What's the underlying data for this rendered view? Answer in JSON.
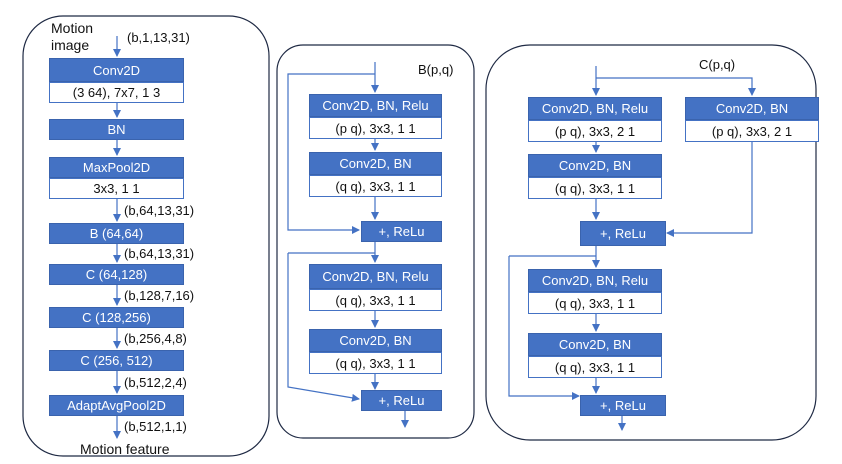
{
  "panel_a": {
    "input_label_line1": "Motion",
    "input_label_line2": "image",
    "output_label": "Motion feature",
    "shapes": [
      "(b,1,13,31)",
      "(b,64,13,31)",
      "(b,64,13,31)",
      "(b,128,7,16)",
      "(b,256,4,8)",
      "(b,512,2,4)",
      "(b,512,1,1)"
    ],
    "blocks": [
      {
        "name": "Conv2D",
        "params": "(3 64), 7x7, 1 3"
      },
      {
        "name": "BN"
      },
      {
        "name": "MaxPool2D",
        "params": "3x3, 1 1"
      },
      {
        "name": "B (64,64)"
      },
      {
        "name": "C (64,128)"
      },
      {
        "name": "C (128,256)"
      },
      {
        "name": "C (256, 512)"
      },
      {
        "name": "AdaptAvgPool2D"
      }
    ]
  },
  "panel_b": {
    "title": "B(p,q)",
    "blocks": [
      {
        "name": "Conv2D, BN, Relu",
        "params": "(p q), 3x3, 1 1"
      },
      {
        "name": "Conv2D, BN",
        "params": "(q q), 3x3, 1 1"
      },
      {
        "name": "+, ReLu"
      },
      {
        "name": "Conv2D, BN, Relu",
        "params": "(q q), 3x3, 1 1"
      },
      {
        "name": "Conv2D, BN",
        "params": "(q q), 3x3, 1 1"
      },
      {
        "name": "+, ReLu"
      }
    ]
  },
  "panel_c": {
    "title": "C(p,q)",
    "blocks": [
      {
        "name": "Conv2D, BN, Relu",
        "params": "(p q), 3x3, 2 1"
      },
      {
        "name": "Conv2D, BN",
        "params": "(q q), 3x3, 1 1"
      },
      {
        "name": "Conv2D, BN",
        "params": "(p q), 3x3, 2 1"
      },
      {
        "name": "+, ReLu"
      },
      {
        "name": "Conv2D, BN, Relu",
        "params": "(q q), 3x3, 1 1"
      },
      {
        "name": "Conv2D, BN",
        "params": "(q q), 3x3, 1 1"
      },
      {
        "name": "+, ReLu"
      }
    ]
  },
  "colors": {
    "block_fill": "#4472c4",
    "block_text": "#ffffff",
    "line": "#4472c4",
    "panel_border": "#1f2a44"
  }
}
